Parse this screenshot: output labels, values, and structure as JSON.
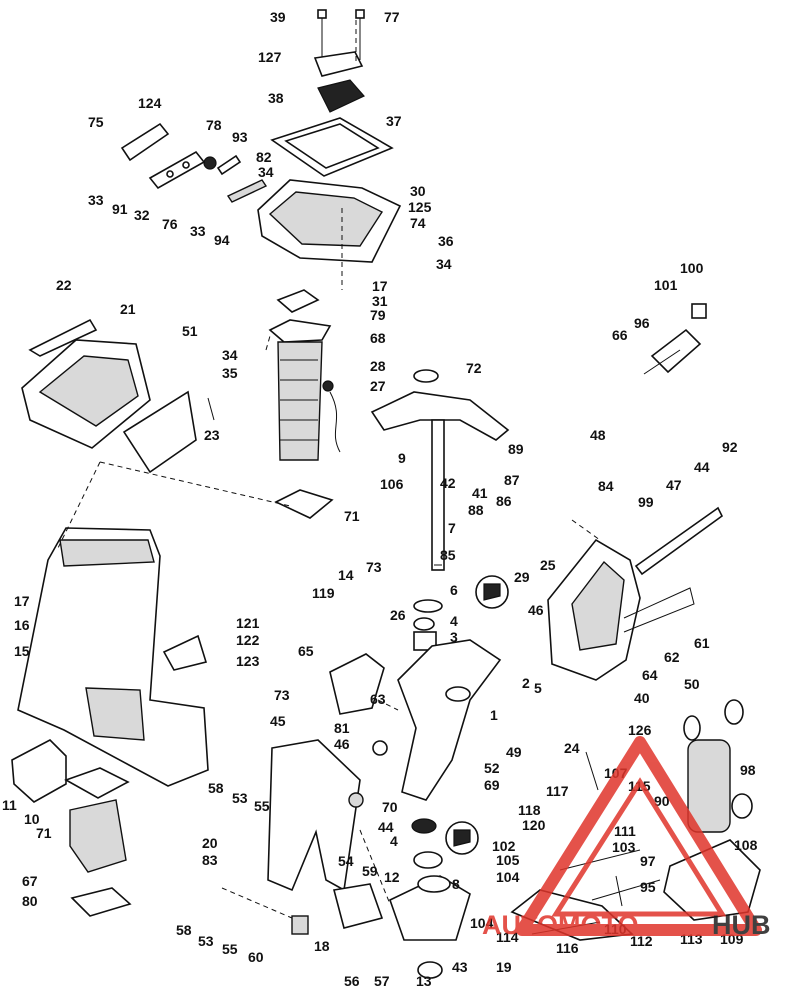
{
  "callouts": [
    "39",
    "77",
    "127",
    "38",
    "37",
    "75",
    "124",
    "78",
    "93",
    "82",
    "34",
    "33",
    "91",
    "32",
    "76",
    "33",
    "94",
    "30",
    "125",
    "74",
    "36",
    "34",
    "17",
    "31",
    "79",
    "68",
    "22",
    "21",
    "51",
    "34",
    "35",
    "28",
    "72",
    "27",
    "23",
    "9",
    "106",
    "42",
    "41",
    "48",
    "89",
    "92",
    "100",
    "101",
    "96",
    "66",
    "87",
    "86",
    "88",
    "84",
    "44",
    "47",
    "99",
    "71",
    "7",
    "85",
    "29",
    "25",
    "14",
    "73",
    "6",
    "4",
    "3",
    "119",
    "26",
    "17",
    "16",
    "15",
    "121",
    "122",
    "123",
    "65",
    "63",
    "2",
    "5",
    "46",
    "64",
    "62",
    "61",
    "73",
    "1",
    "40",
    "126",
    "50",
    "45",
    "81",
    "46",
    "49",
    "24",
    "107",
    "115",
    "98",
    "11",
    "10",
    "71",
    "58",
    "53",
    "55",
    "70",
    "69",
    "52",
    "117",
    "90",
    "44",
    "118",
    "120",
    "111",
    "103",
    "108",
    "20",
    "83",
    "54",
    "59",
    "102",
    "4",
    "105",
    "104",
    "97",
    "67",
    "80",
    "8",
    "12",
    "95",
    "58",
    "53",
    "55",
    "60",
    "18",
    "104",
    "114",
    "116",
    "110",
    "112",
    "113",
    "109",
    "56",
    "57",
    "13",
    "43",
    "19"
  ],
  "watermark": {
    "text": "AUTOMOTOHUB",
    "color_primary": "#e0352b",
    "color_secondary": "#1f1f1f",
    "accent": "#f4a70b"
  }
}
